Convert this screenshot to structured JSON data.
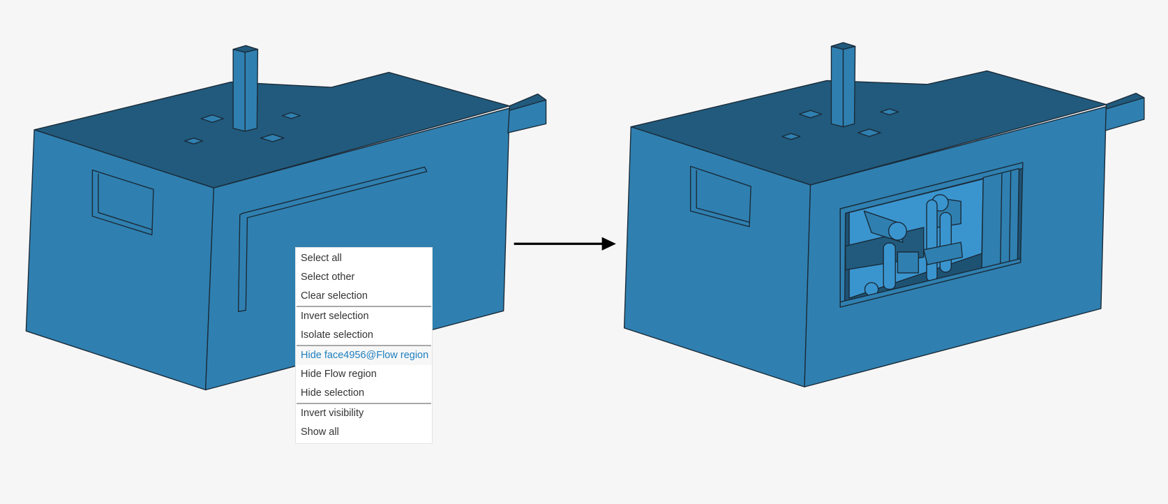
{
  "context_menu": {
    "groups": [
      [
        "Select all",
        "Select other",
        "Clear selection"
      ],
      [
        "Invert selection",
        "Isolate selection"
      ],
      [
        "Hide face4956@Flow region",
        "Hide Flow region",
        "Hide selection"
      ],
      [
        "Invert visibility",
        "Show all"
      ]
    ],
    "highlighted": "Hide face4956@Flow region"
  },
  "colors": {
    "face": "#2f80b0",
    "top": "#215a7c",
    "edge": "#1a2a38",
    "highlight": "#1d7fbf",
    "background": "#f6f6f6"
  }
}
